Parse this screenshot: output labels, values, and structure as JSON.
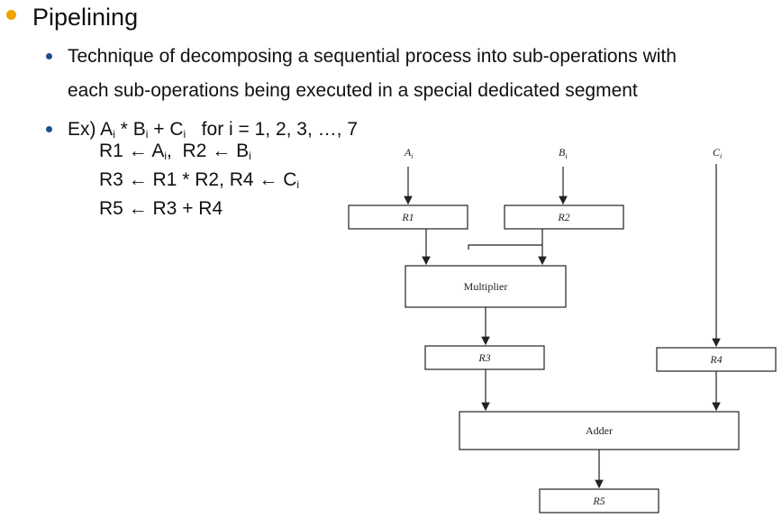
{
  "colors": {
    "main_bullet": "#f0a300",
    "sub_bullet": "#1f4e8c"
  },
  "heading": "Pipelining",
  "bullet1": {
    "line1": "Technique of decomposing a sequential process into sub-operations with",
    "line2": "each sub-operations being executed in a special dedicated segment"
  },
  "bullet2": {
    "ex_prefix": "Ex) A",
    "sub_i": "i",
    "star_b": " * B",
    "plus_c": " + C",
    "loop": "   for i = 1, 2, 3, …, 7"
  },
  "equations": {
    "row1": {
      "r1": "R1 ← A",
      "sep": ",  R2 ← B"
    },
    "row2": {
      "text": "R3 ← R1 * R2,  R4 ← C"
    },
    "row3": {
      "text": "R5 ← R3 + R4"
    }
  },
  "diagram": {
    "input_a": "A",
    "input_b": "B",
    "input_c": "C",
    "input_sub": "i",
    "r1": "R1",
    "r2": "R2",
    "multiplier": "Multiplier",
    "r3": "R3",
    "r4": "R4",
    "adder": "Adder",
    "r5": "R5"
  }
}
